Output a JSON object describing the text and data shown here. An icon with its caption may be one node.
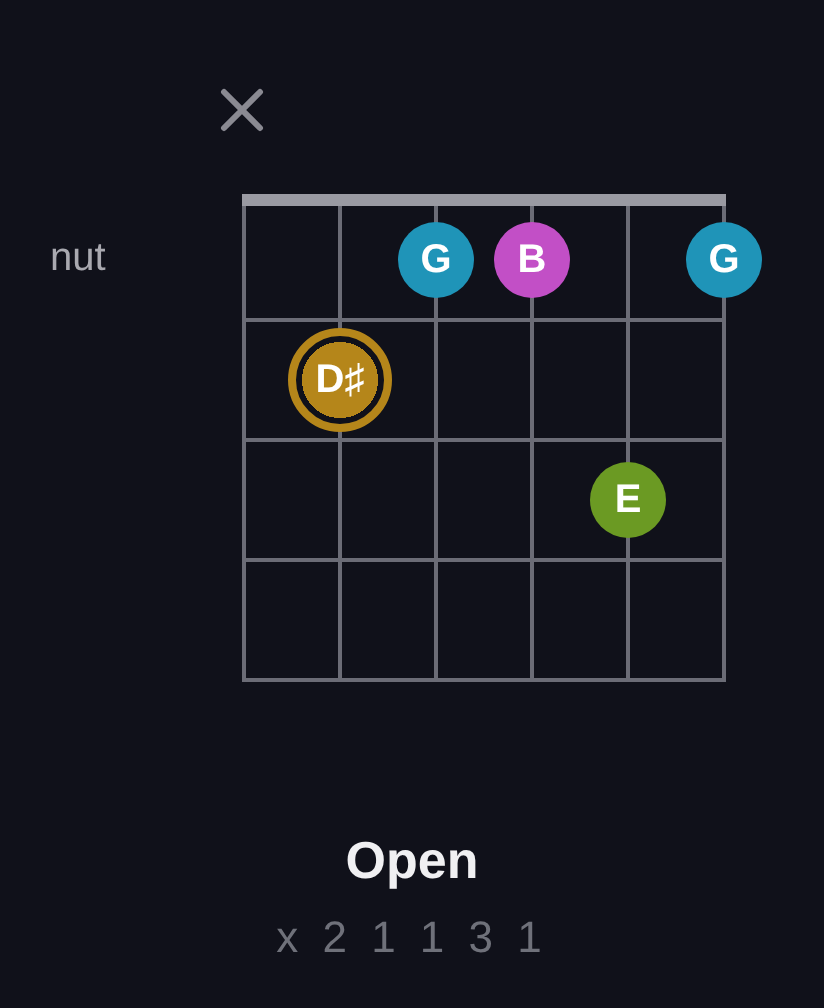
{
  "diagram": {
    "title": "Open",
    "nodes": [
      {
        "text": [
          "G"
        ]
      },
      {
        "text": [
          "B"
        ]
      },
      {
        "text": [
          "G"
        ]
      },
      {
        "text": [
          "D♯"
        ]
      },
      {
        "text": [
          "E"
        ]
      }
    ],
    "labels": [
      "nut",
      "x 2 1 1 3 1"
    ]
  }
}
